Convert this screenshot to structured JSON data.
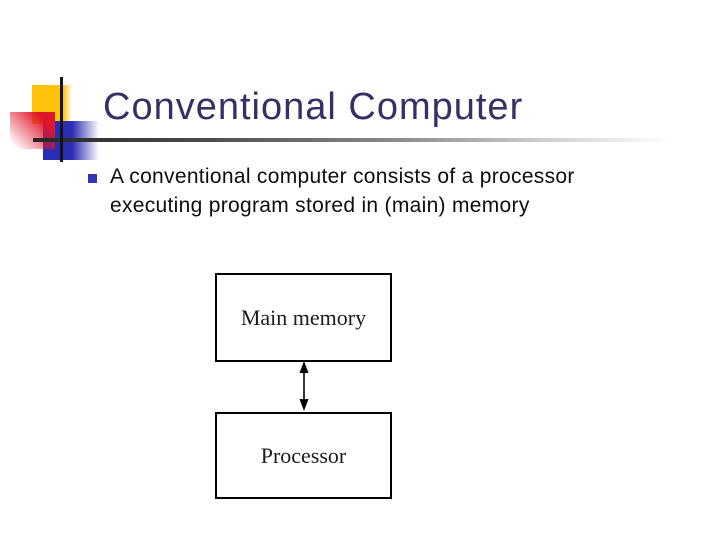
{
  "slide": {
    "title": "Conventional Computer",
    "bullet": {
      "marker": "square-bullet",
      "text": "A conventional computer consists of a processor executing program stored in (main) memory"
    }
  },
  "diagram": {
    "boxes": [
      {
        "label": "Main memory"
      },
      {
        "label": "Processor"
      }
    ],
    "connector": "double-headed-arrow"
  },
  "colors": {
    "title_text": "#343264",
    "body_text": "#0d0d0d",
    "bullet_marker": "#3333B3",
    "accent_yellow": "#FFC30B",
    "accent_red": "#E0162B",
    "accent_blue": "#2B2EB3",
    "rule_dark": "#262626",
    "box_border": "#000000",
    "background": "#FFFFFF"
  }
}
